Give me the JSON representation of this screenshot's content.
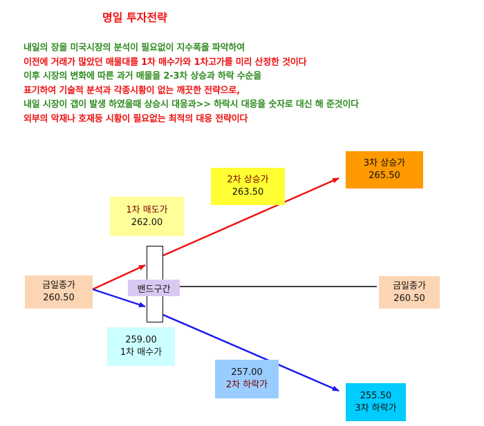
{
  "title": "명일 투자전략",
  "description": [
    {
      "text": "내일의 장을 미국시장의 분석이 필요없이 지수폭을 파악하여",
      "color": "#2e8b1f"
    },
    {
      "text": "이전에 거래가 많았던 매물대를 1차 매수가와 1차고가를 미리 산정한 것이다",
      "color": "#ee1111"
    },
    {
      "text": "이후 시장의 변화에 따른 과거 매물을 2-3차 상승과 하락 수순을",
      "color": "#2e8b1f"
    },
    {
      "text": "표기하여 기술적  분석과 각종시황이 없는 깨끗한 전략으로,",
      "color": "#ee1111"
    },
    {
      "text": "내일 시장이 갭이 발생 하였을때 상승시 대응과>> 하락시 대응을 숫자로 대신 해 준것이다",
      "color": "#2e8b1f"
    },
    {
      "text": "외부의 악재나 호재등  시황이 필요없는 최적의 대응 전략이다",
      "color": "#ee1111"
    }
  ],
  "boxes": {
    "today_close_left": {
      "label": "금일종가",
      "value": "260.50",
      "color": "#fcd5b4"
    },
    "today_close_right": {
      "label": "금일종가",
      "value": "260.50",
      "color": "#fcd5b4"
    },
    "first_sell": {
      "label": "1차 매도가",
      "value": "262.00",
      "color": "#ffff99"
    },
    "second_rise": {
      "label": "2차 상승가",
      "value": "263.50",
      "color": "#ffff33"
    },
    "third_rise": {
      "label": "3차 상승가",
      "value": "265.50",
      "color": "#ff9900"
    },
    "first_buy": {
      "label": "1차 매수가",
      "value": "259.00",
      "color": "#ccffff"
    },
    "second_fall": {
      "label": "2차 하락가",
      "value": "257.00",
      "color": "#99ccff"
    },
    "third_fall": {
      "label": "3차 하락가",
      "value": "255.50",
      "color": "#00ccff"
    }
  },
  "band": {
    "label": "밴드구간",
    "color": "#d9c9f2"
  },
  "colors": {
    "up_arrow": "#ee1111",
    "down_arrow": "#1a1aee",
    "flat_line": "#000000"
  }
}
